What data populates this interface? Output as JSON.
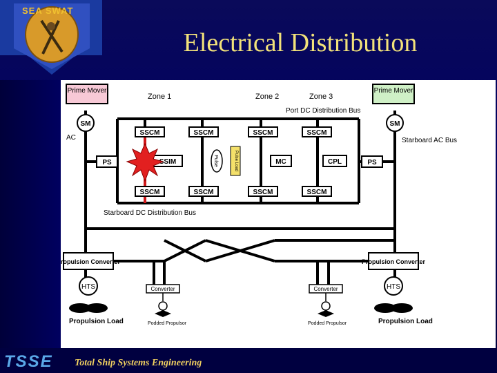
{
  "slide": {
    "title": "Electrical Distribution",
    "logo_text": "SEA SWAT",
    "footer_logo": "TSSE",
    "footer_tagline": "Total Ship Systems Engineering"
  },
  "diagram": {
    "prime_mover_left": "Prime Mover",
    "prime_mover_right": "Prime Mover",
    "zone1": "Zone 1",
    "zone2": "Zone 2",
    "zone3": "Zone 3",
    "port_bus": "Port DC Distribution Bus",
    "starboard_bus": "Starboard DC Distribution Bus",
    "ac_label": "AC",
    "starboard_ac_bus": "Starboard AC Bus",
    "sm": "SM",
    "ps": "PS",
    "sscm": "SSCM",
    "ssim": "SSIM",
    "mc": "MC",
    "cpl": "CPL",
    "pulse": "Pulse",
    "pulse_load": "Pulse Load",
    "propulsion_converter": "Propulsion Converter",
    "hts": "HTS",
    "converter": "Converter",
    "propulsion_load": "Propulsion Load",
    "podded_propulsor": "Podded Propulsor"
  },
  "colors": {
    "title": "#f2e27a",
    "background": "#000060",
    "prime_mover_left_fill": "#f7c9d6",
    "prime_mover_right_fill": "#cff0c6",
    "fault_burst": "#e22020",
    "fault_line": "#d0191b",
    "pulse_load_fill": "#f4e06a"
  }
}
